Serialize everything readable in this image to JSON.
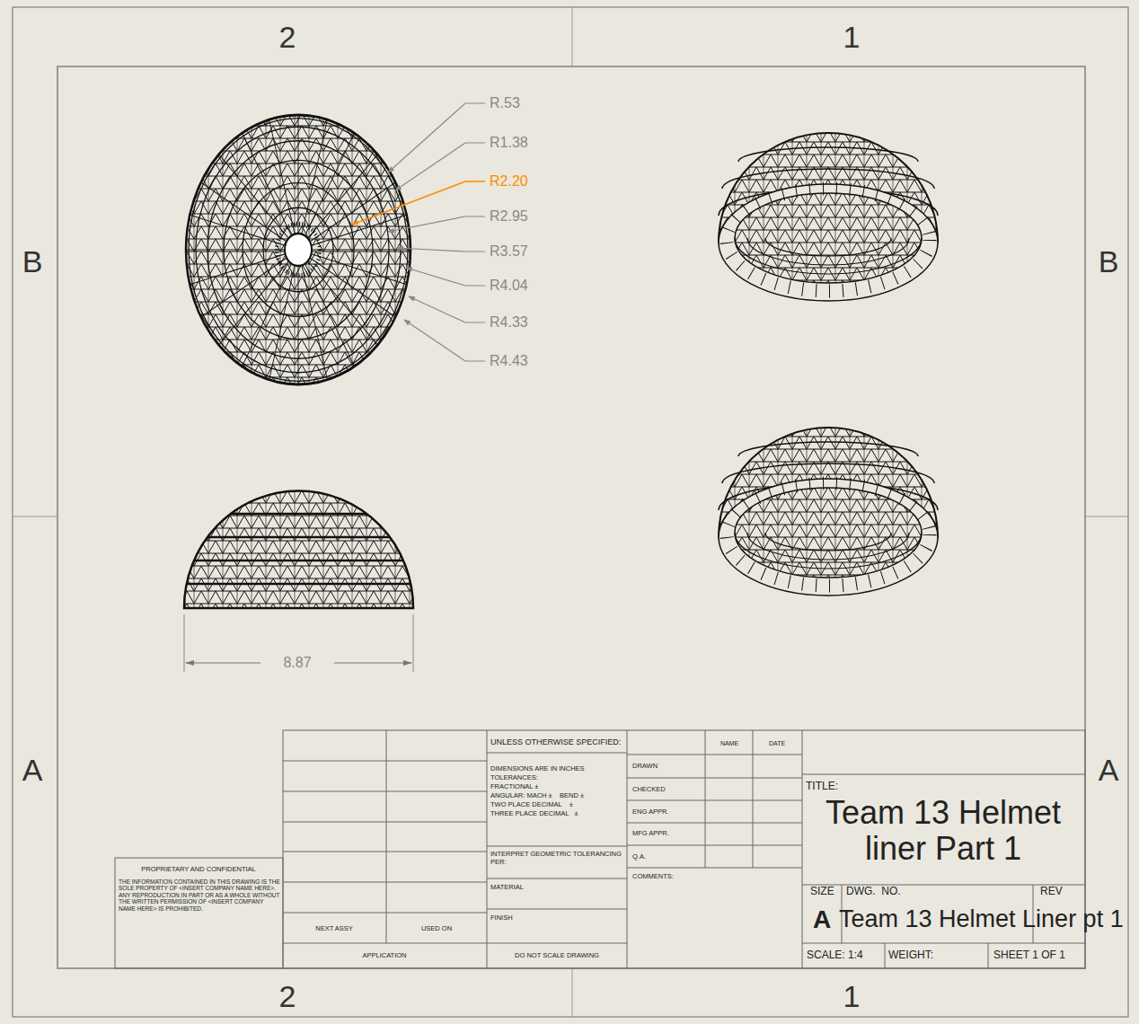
{
  "diagram": {
    "labels": [
      "2",
      "1",
      "B",
      "B",
      "A",
      "A",
      "2",
      "1",
      "R.53",
      "R1.38",
      "R2.20",
      "R2.95",
      "R3.57",
      "R4.04",
      "R4.33",
      "R4.43",
      "8.87",
      "UNLESS OTHERWISE SPECIFIED:",
      "NAME",
      "DATE",
      "DIMENSIONS ARE IN INCHES",
      "TOLERANCES:",
      "FRACTIONAL ±",
      "ANGULAR: MACH ±    BEND ±",
      "TWO PLACE DECIMAL    ±",
      "THREE PLACE DECIMAL   ±",
      "INTERPRET GEOMETRIC TOLERANCING PER:",
      "MATERIAL",
      "FINISH",
      "DO NOT SCALE DRAWING",
      "DRAWN",
      "CHECKED",
      "ENG APPR.",
      "MFG APPR.",
      "Q.A.",
      "COMMENTS:",
      "NEXT ASSY",
      "USED ON",
      "APPLICATION",
      "PROPRIETARY AND CONFIDENTIAL",
      "THE INFORMATION CONTAINED IN THIS DRAWING IS THE SOLE PROPERTY OF <INSERT COMPANY NAME HERE>. ANY REPRODUCTION IN PART OR AS A WHOLE WITHOUT THE WRITTEN PERMISSION OF <INSERT COMPANY NAME HERE> IS PROHIBITED.",
      "TITLE:",
      "Team 13 Helmet liner Part 1",
      "SIZE",
      "DWG.  NO.",
      "REV",
      "A",
      "Team 13 Helmet Liner pt 1",
      "SCALE: 1:4",
      "WEIGHT:",
      "SHEET 1 OF 1"
    ]
  }
}
